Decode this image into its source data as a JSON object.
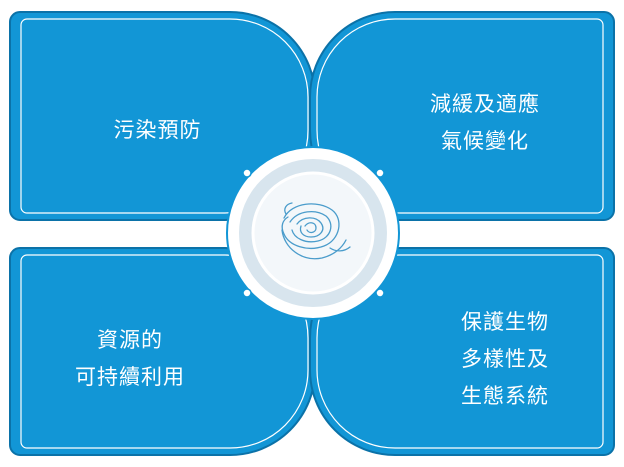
{
  "colors": {
    "panel_fill": "#1296D6",
    "panel_border": "#0B72A8",
    "inner_line": "#FFFFFF",
    "center_ring": "#D8E5EE",
    "center_fill": "#F3F7FA",
    "center_border": "#1296D6",
    "icon_stroke": "#4A9CCB"
  },
  "center_icon": "rose-icon",
  "quadrants": {
    "top_left": {
      "lines": [
        "污染預防"
      ]
    },
    "top_right": {
      "lines": [
        "減緩及適應",
        "氣候變化"
      ]
    },
    "bottom_left": {
      "lines": [
        "資源的",
        "可持續利用"
      ]
    },
    "bottom_right": {
      "lines": [
        "保護生物",
        "多樣性及",
        "生態系統"
      ]
    }
  }
}
